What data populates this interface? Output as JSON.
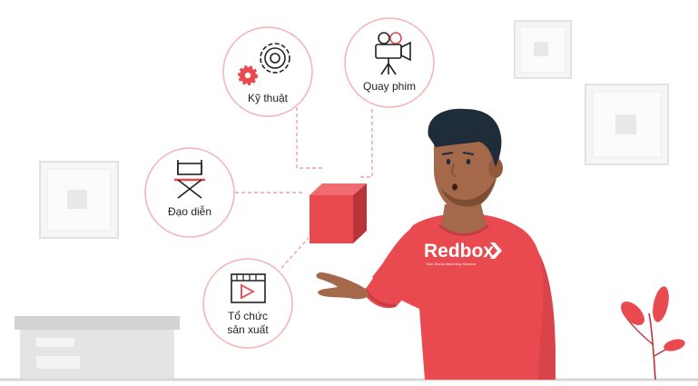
{
  "nodes": {
    "technique": {
      "label": "Kỹ thuật"
    },
    "filming": {
      "label": "Quay phim"
    },
    "directing": {
      "label": "Đạo diễn"
    },
    "production": {
      "label_line1": "Tổ chức",
      "label_line2": "sản xuất"
    }
  },
  "shirt": {
    "brand": "Redbox",
    "tagline": "Total Social Marketing Solution"
  },
  "colors": {
    "accent": "#e84a50",
    "accent_dark": "#b8333a",
    "skin": "#a3694a",
    "hair": "#1f2c3a",
    "node_border": "#f2b3b5",
    "dash": "#f0a0a4"
  },
  "icons": {
    "technique": "gears-icon",
    "filming": "movie-camera-icon",
    "directing": "director-chair-icon",
    "production": "video-player-icon"
  }
}
